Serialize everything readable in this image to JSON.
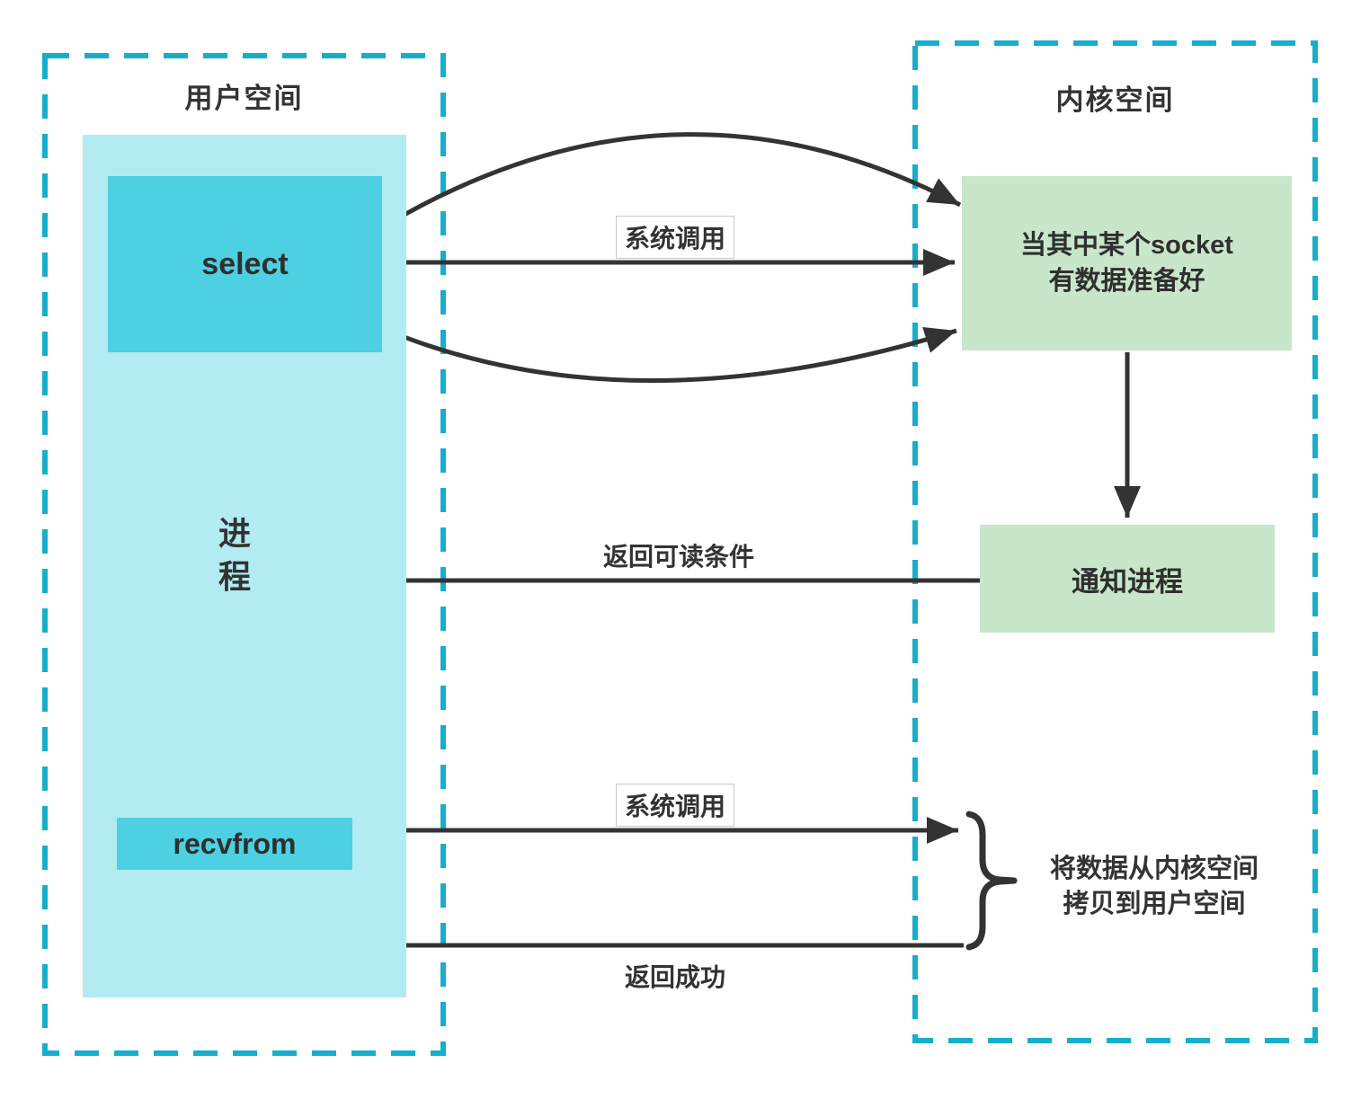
{
  "diagram": {
    "user_space": {
      "title": "用户空间",
      "select_label": "select",
      "process_line1": "进",
      "process_line2": "程",
      "recvfrom_label": "recvfrom"
    },
    "kernel_space": {
      "title": "内核空间",
      "socket_ready_line1": "当其中某个socket",
      "socket_ready_line2": "有数据准备好",
      "notify_label": "通知进程"
    },
    "labels": {
      "syscall_top": "系统调用",
      "return_readable": "返回可读条件",
      "syscall_bottom": "系统调用",
      "return_success": "返回成功",
      "copy_line1": "将数据从内核空间",
      "copy_line2": "拷贝到用户空间"
    },
    "colors": {
      "border_accent": "#17AECB",
      "panel_fill": "#B2EBF2",
      "box_cyan": "#4DD0E1",
      "box_green": "#C8E6C9",
      "arrow": "#333333",
      "text": "#333333"
    }
  }
}
